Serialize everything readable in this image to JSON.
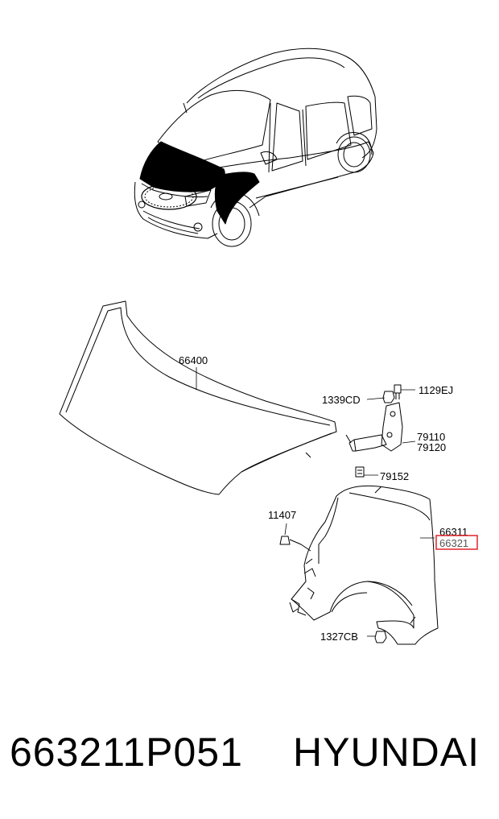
{
  "labels": {
    "hood": "66400",
    "bolt_top": "1129EJ",
    "nut_left": "1339CD",
    "hinge_a": "79110",
    "hinge_b": "79120",
    "hinge_bolt": "79152",
    "fender_bolt": "11407",
    "fender_lh": "66311",
    "fender_rh": "66321",
    "fender_nut": "1327CB"
  },
  "footer": {
    "part_number": "663211P051",
    "brand": "HYUNDAI"
  },
  "colors": {
    "highlight_box": "#e0242b",
    "line": "#000000"
  }
}
